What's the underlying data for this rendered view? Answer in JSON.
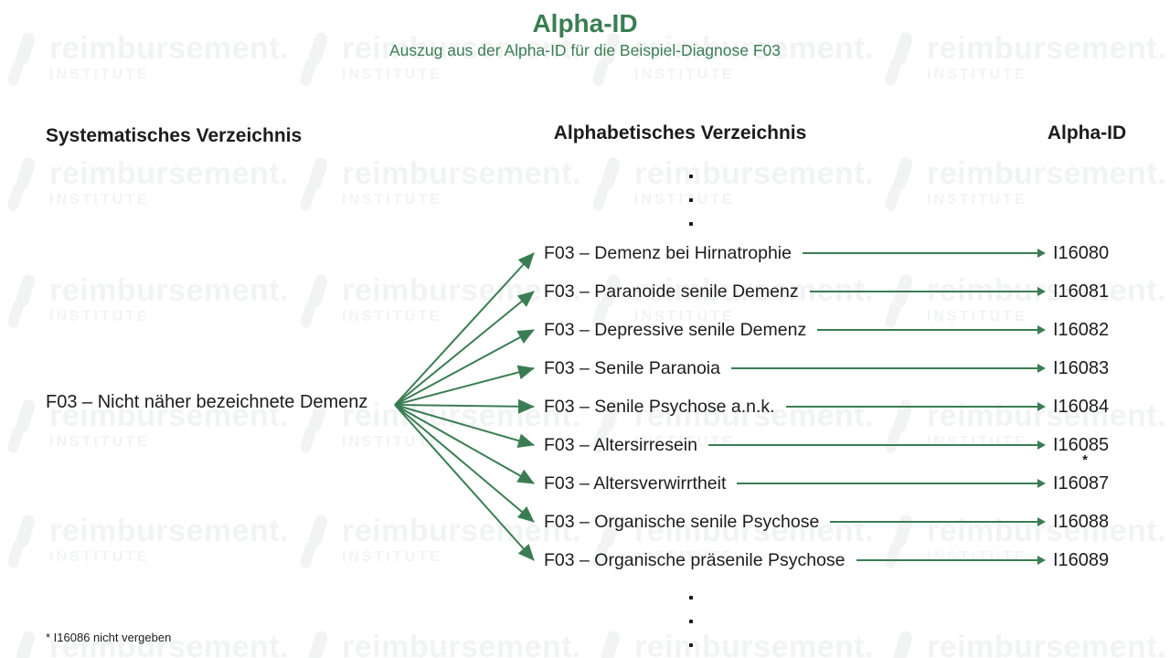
{
  "title": "Alpha-ID",
  "subtitle": "Auszug aus der Alpha-ID für die Beispiel-Diagnose F03",
  "columns": {
    "left": "Systematisches Verzeichnis",
    "middle": "Alphabetisches Verzeichnis",
    "right": "Alpha-ID"
  },
  "source": {
    "label": "F03 – Nicht näher bezeichnete Demenz"
  },
  "mappings": [
    {
      "label": "F03 – Demenz bei Hirnatrophie",
      "alpha_id": "I16080"
    },
    {
      "label": "F03 – Paranoide senile Demenz",
      "alpha_id": "I16081"
    },
    {
      "label": "F03 – Depressive senile Demenz",
      "alpha_id": "I16082"
    },
    {
      "label": "F03 – Senile Paranoia",
      "alpha_id": "I16083"
    },
    {
      "label": "F03 – Senile Psychose a.n.k.",
      "alpha_id": "I16084"
    },
    {
      "label": "F03 – Altersirresein",
      "alpha_id": "I16085"
    },
    {
      "label": "F03 – Altersverwirrtheit",
      "alpha_id": "I16087",
      "marker": "*"
    },
    {
      "label": "F03 – Organische senile Psychose",
      "alpha_id": "I16088"
    },
    {
      "label": "F03 – Organische präsenile Psychose",
      "alpha_id": "I16089"
    }
  ],
  "footnote": "* I16086 nicht vergeben",
  "watermark": {
    "brand": "reimbursement.",
    "sub": "INSTITUTE"
  },
  "colors": {
    "accent": "#3A7D53",
    "text": "#1C1C1C",
    "watermark": "#F2F4F3"
  }
}
